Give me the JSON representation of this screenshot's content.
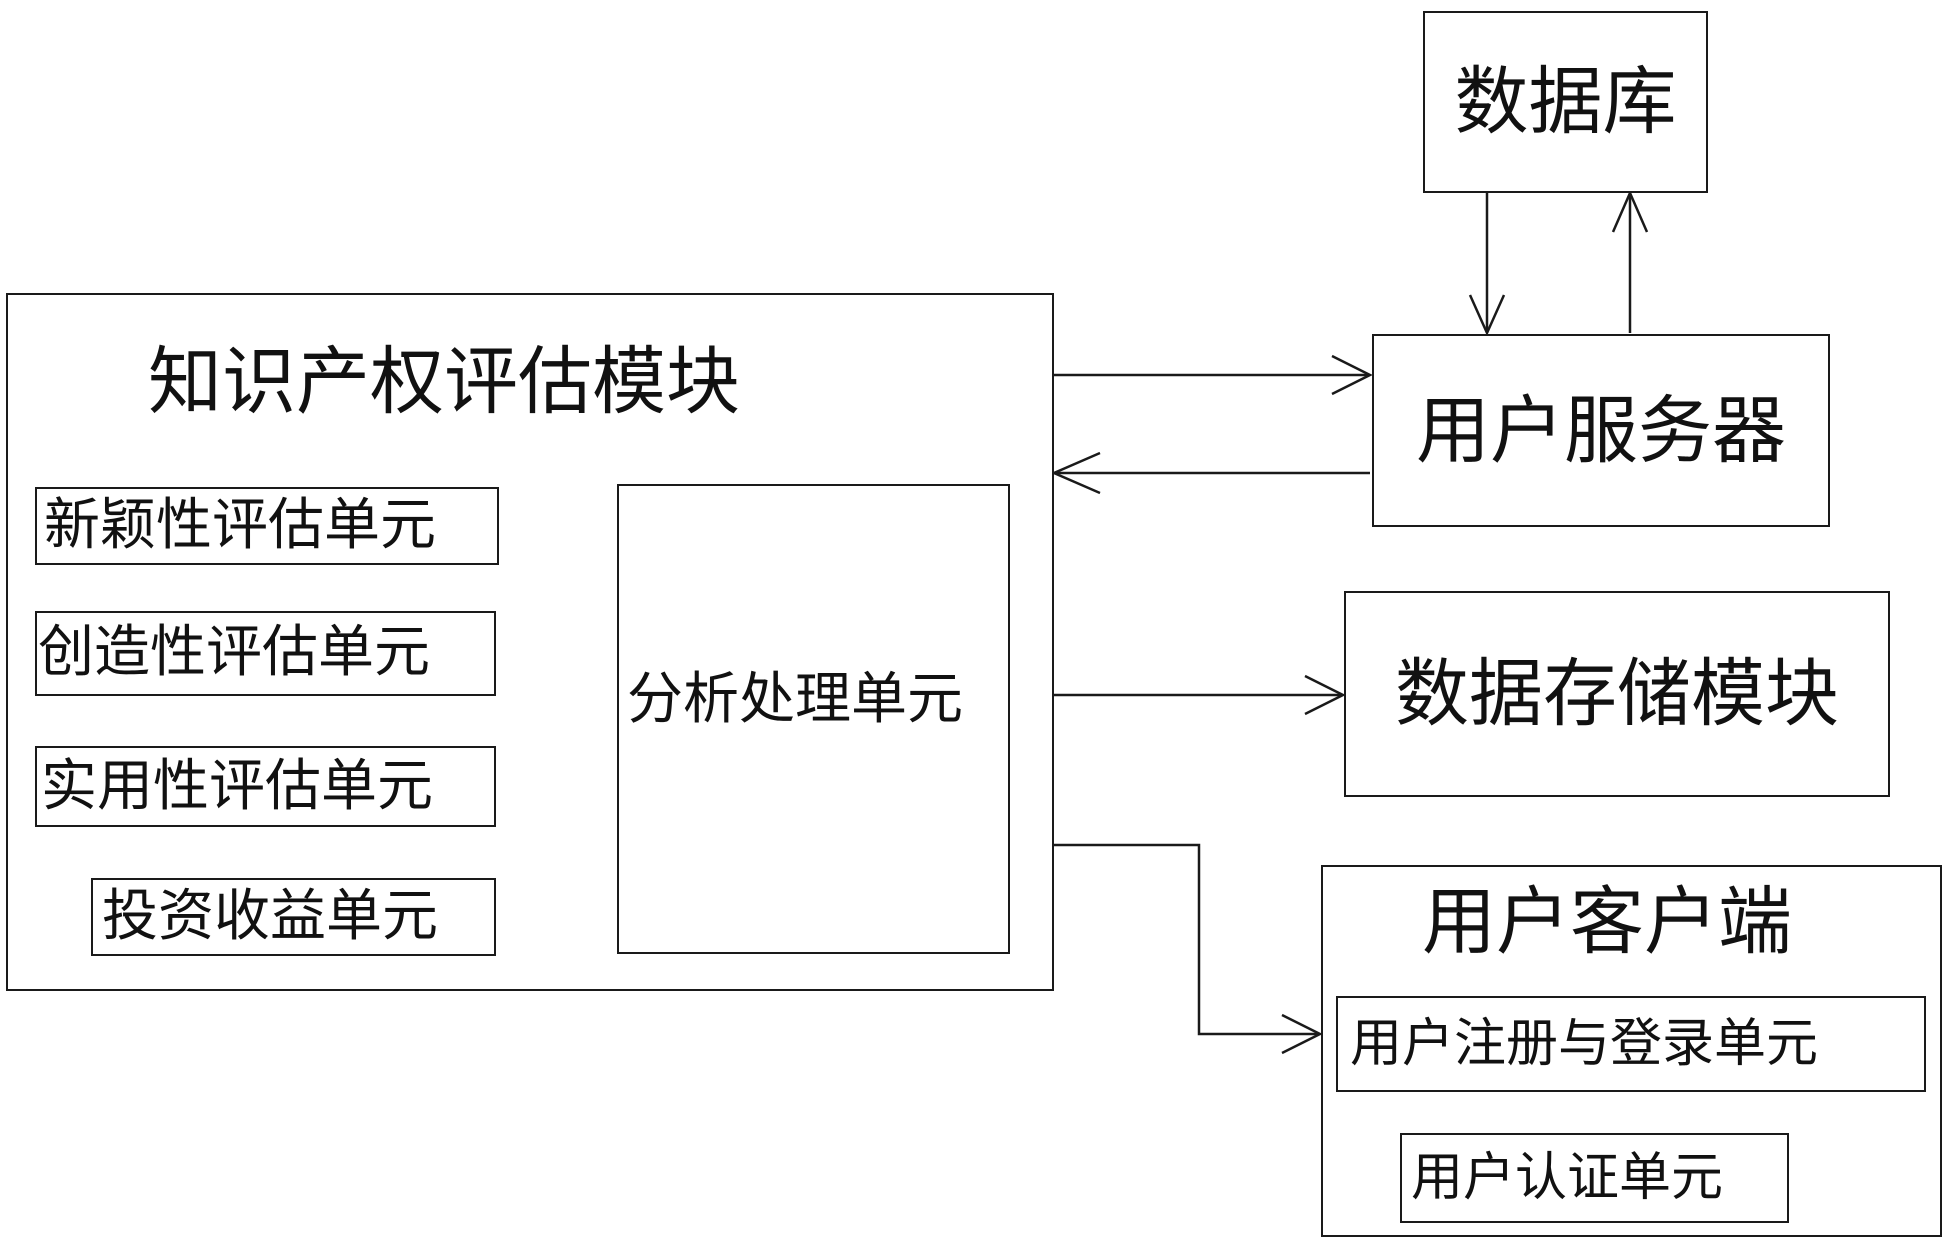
{
  "database": {
    "label": "数据库"
  },
  "user_server": {
    "label": "用户服务器"
  },
  "ip_eval_module": {
    "title": "知识产权评估模块",
    "units": {
      "novelty": "新颖性评估单元",
      "creativity": "创造性评估单元",
      "practicality": "实用性评估单元",
      "investment": "投资收益单元"
    },
    "analysis_unit": "分析处理单元"
  },
  "data_storage": {
    "label": "数据存储模块"
  },
  "user_client": {
    "title": "用户客户端",
    "register_login": "用户注册与登录单元",
    "authentication": "用户认证单元"
  },
  "colors": {
    "line": "#1a1a1a",
    "background": "#ffffff",
    "text": "#111111"
  }
}
